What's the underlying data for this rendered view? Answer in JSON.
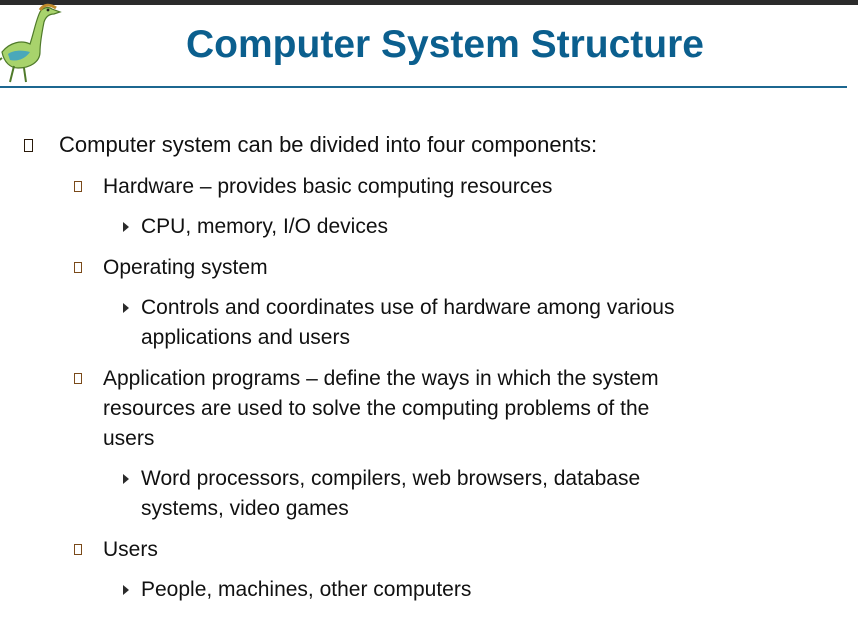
{
  "slide": {
    "title": "Computer System Structure",
    "level1": "Computer system can be divided into four components:",
    "sections": [
      {
        "heading": [
          "Hardware – provides basic computing resources"
        ],
        "details": [
          [
            "CPU, memory, I/O devices"
          ]
        ]
      },
      {
        "heading": [
          "Operating system"
        ],
        "details": [
          [
            "Controls and coordinates use of hardware among various",
            "applications and users"
          ]
        ]
      },
      {
        "heading": [
          "Application programs – define the ways in which the system",
          "resources are used to solve the computing problems of the",
          "users"
        ],
        "details": [
          [
            "Word processors, compilers, web browsers, database",
            "systems, video games"
          ]
        ]
      },
      {
        "heading": [
          "Users"
        ],
        "details": [
          [
            "People, machines, other computers"
          ]
        ]
      }
    ]
  },
  "colors": {
    "title": "#0b5f8e",
    "rule": "#1c6790",
    "text": "#111111"
  },
  "icons": {
    "logo": "dinosaur-logo-icon",
    "level1_bullet": "square-bullet-icon",
    "level2_bullet": "square-bullet-icon",
    "level3_bullet": "triangle-bullet-icon"
  }
}
